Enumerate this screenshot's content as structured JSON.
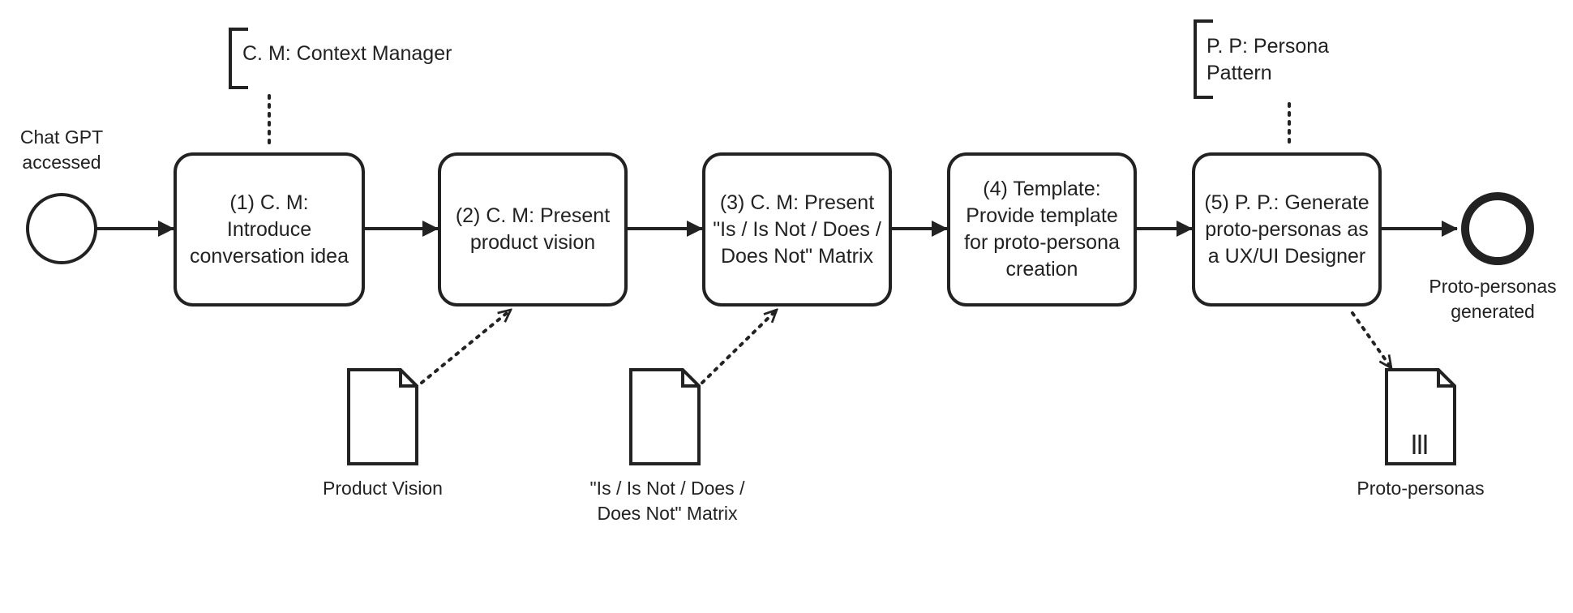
{
  "colors": {
    "stroke": "#222222",
    "fill": "#ffffff",
    "text": "#222222"
  },
  "start_event": {
    "label": "Chat GPT accessed"
  },
  "end_event": {
    "label": "Proto-personas generated"
  },
  "tasks": [
    {
      "label": "(1) C. M: Introduce conversation idea"
    },
    {
      "label": "(2) C. M: Present product vision"
    },
    {
      "label": "(3) C. M: Present \"Is / Is Not / Does / Does Not\" Matrix"
    },
    {
      "label": "(4) Template: Provide template for proto-persona creation"
    },
    {
      "label": "(5) P. P.: Generate proto-personas as a UX/UI Designer"
    }
  ],
  "annotations": [
    {
      "label": "C. M: Context Manager"
    },
    {
      "label": "P. P: Persona Pattern"
    }
  ],
  "data_objects": [
    {
      "label": "Product Vision",
      "icon": "document-icon"
    },
    {
      "label": "\"Is / Is Not / Does / Does Not\" Matrix",
      "icon": "document-icon"
    },
    {
      "label": "Proto-personas",
      "icon": "collection-document-icon"
    }
  ]
}
